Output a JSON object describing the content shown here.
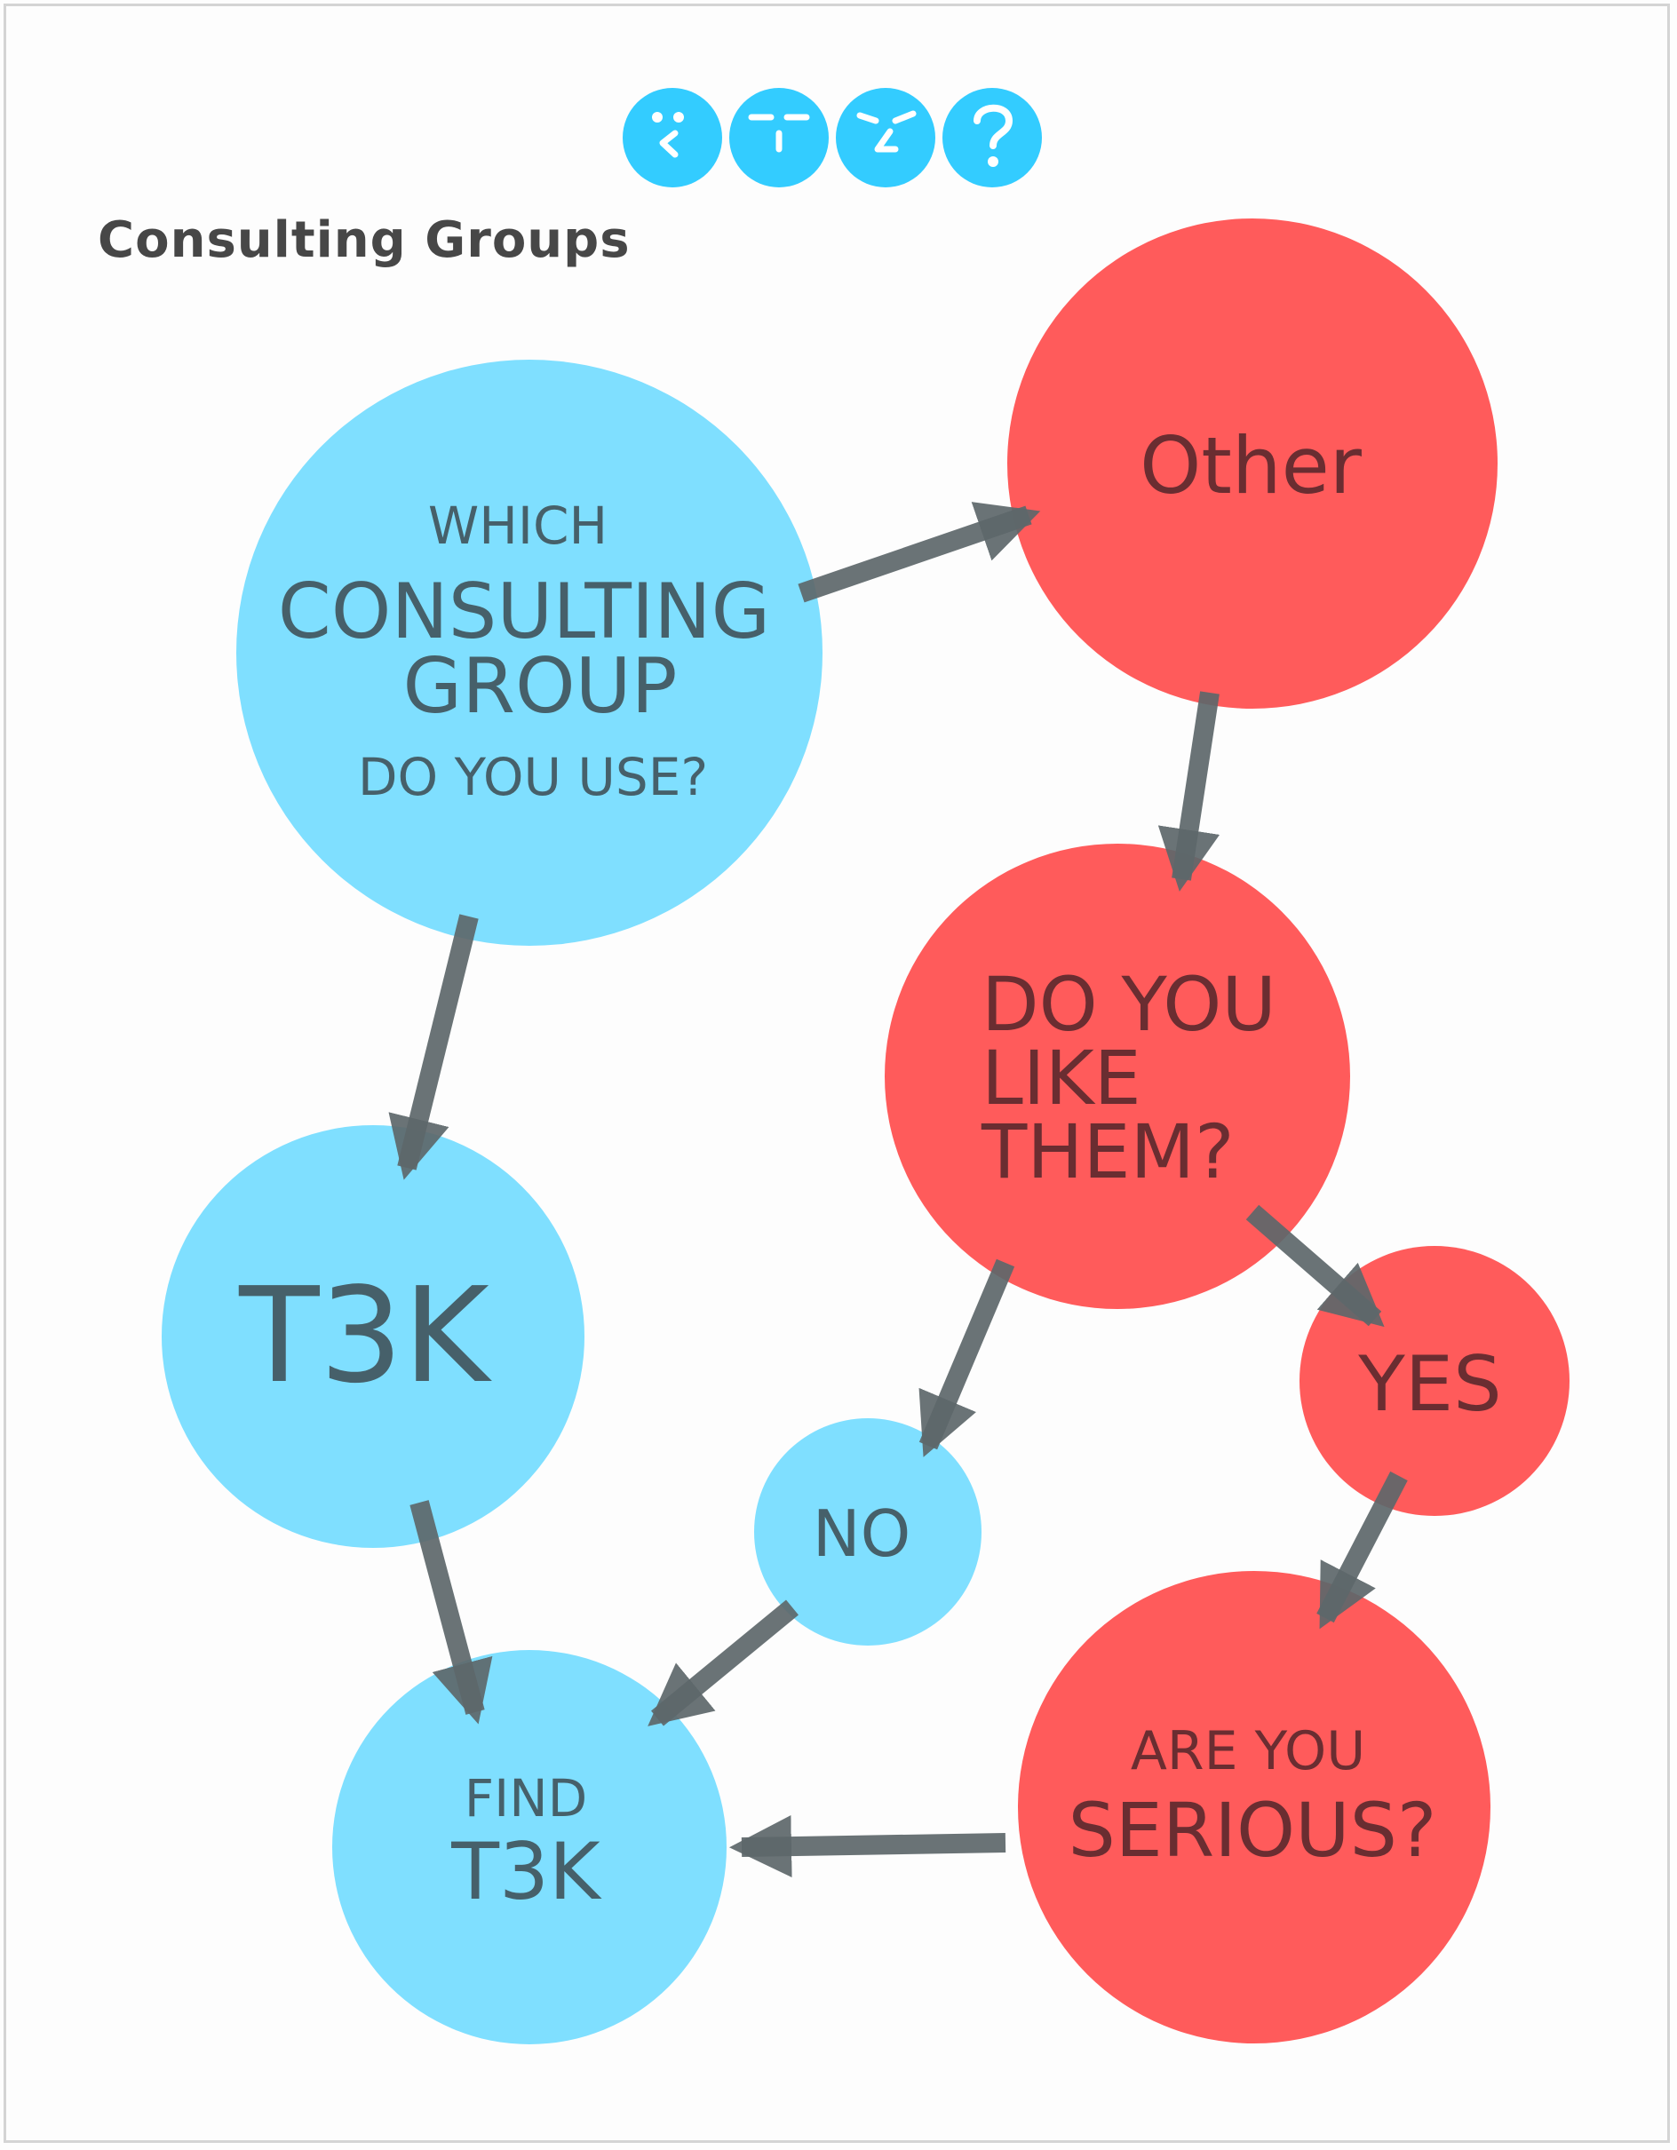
{
  "title": "Consulting Groups",
  "logo": {
    "icons": [
      "face-left-icon",
      "face-flat-icon",
      "face-wink-icon",
      "question-mark-icon"
    ],
    "color": "#33ccff"
  },
  "colors": {
    "blue_node": "#7fdfff",
    "red_node": "#ff5b5b",
    "blue_text": "#46606a",
    "red_text": "#6a2d31",
    "arrow": "#5d676a"
  },
  "nodes": {
    "question": {
      "line1": "WHICH",
      "line2": "CONSULTING",
      "line3": "GROUP",
      "line4": "DO YOU USE?"
    },
    "other": {
      "label": "Other"
    },
    "t3k": {
      "label": "T3K"
    },
    "like": {
      "line1": "DO YOU",
      "line2": "LIKE",
      "line3": "THEM?"
    },
    "yes": {
      "label": "YES"
    },
    "no": {
      "label": "NO"
    },
    "serious": {
      "line1": "ARE YOU",
      "line2": "SERIOUS?"
    },
    "find": {
      "line1": "FIND",
      "line2": "T3K"
    }
  },
  "edges": [
    {
      "from": "question",
      "to": "other"
    },
    {
      "from": "question",
      "to": "t3k"
    },
    {
      "from": "other",
      "to": "like"
    },
    {
      "from": "like",
      "to": "yes"
    },
    {
      "from": "like",
      "to": "no"
    },
    {
      "from": "yes",
      "to": "serious"
    },
    {
      "from": "t3k",
      "to": "find"
    },
    {
      "from": "no",
      "to": "find"
    },
    {
      "from": "serious",
      "to": "find"
    }
  ]
}
